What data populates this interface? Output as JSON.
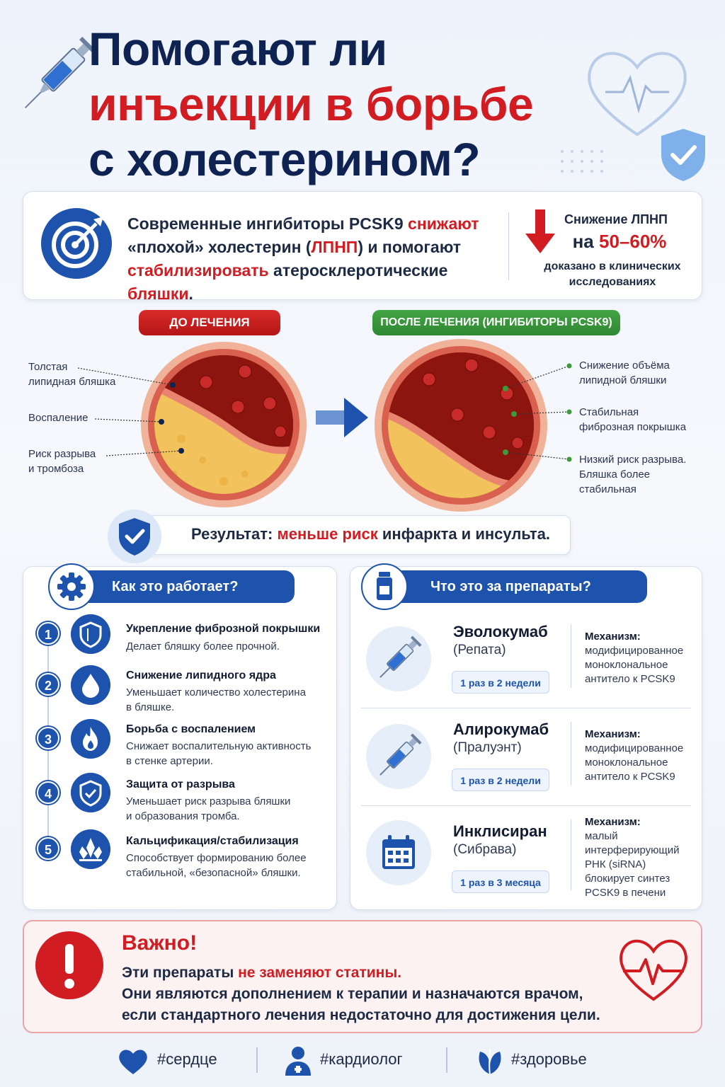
{
  "title": {
    "line1": "Помогают ли",
    "line2": "инъекции в борьбе",
    "line3": "с холестерином?"
  },
  "intro": {
    "t1": "Современные ингибиторы PCSK9 ",
    "t2": "снижают",
    "t3": "«плохой» холестерин (",
    "t4": "ЛПНП",
    "t5": ") и помогают",
    "t6": "стабилизировать",
    "t7": " атеросклеротические ",
    "t8": "бляшки",
    "t9": "."
  },
  "stat": {
    "label": "Снижение ЛПНП",
    "prefix": "на ",
    "value": "50–60%",
    "note1": "доказано в клинических",
    "note2": "исследованиях"
  },
  "before": {
    "label": "ДО ЛЕЧЕНИЯ",
    "a1": "Толстая\nлипидная бляшка",
    "a2": "Воспаление",
    "a3": "Риск разрыва\nи тромбоза"
  },
  "after": {
    "label": "ПОСЛЕ ЛЕЧЕНИЯ (ИНГИБИТОРЫ PCSK9)",
    "a1": "Снижение объёма\nлипидной бляшки",
    "a2": "Стабильная\nфиброзная покрышка",
    "a3": "Низкий риск разрыва.\nБляшка более\nстабильная"
  },
  "result": {
    "t1": "Результат: ",
    "t2": "меньше риск",
    "t3": " инфаркта и инсульта."
  },
  "how": {
    "title": "Как это работает?",
    "steps": [
      {
        "num": "1",
        "title": "Укрепление фиброзной покрышки",
        "desc": "Делает бляшку более прочной.",
        "icon": "shield-icon"
      },
      {
        "num": "2",
        "title": "Снижение липидного ядра",
        "desc": "Уменьшает количество холестерина\nв бляшке.",
        "icon": "drop-icon"
      },
      {
        "num": "3",
        "title": "Борьба с воспалением",
        "desc": "Снижает воспалительную активность\nв стенке артерии.",
        "icon": "flame-icon"
      },
      {
        "num": "4",
        "title": "Защита от разрыва",
        "desc": "Уменьшает риск разрыва бляшки\nи образования тромба.",
        "icon": "shield-check-icon"
      },
      {
        "num": "5",
        "title": "Кальцификация/стабилизация",
        "desc": "Способствует формированию более\nстабильной, «безопасной» бляшки.",
        "icon": "crystal-icon"
      }
    ]
  },
  "drugs": {
    "title": "Что это за препараты?",
    "items": [
      {
        "name": "Эволокумаб",
        "brand": "(Репата)",
        "freq": "1 раз в 2 недели",
        "mech_label": "Механизм:",
        "mech": "модифицированное\nмоноклональное\nантитело к PCSK9"
      },
      {
        "name": "Алирокумаб",
        "brand": "(Пралуэнт)",
        "freq": "1 раз в 2 недели",
        "mech_label": "Механизм:",
        "mech": "модифицированное\nмоноклональное\nантитело к PCSK9"
      },
      {
        "name": "Инклисиран",
        "brand": "(Сибрава)",
        "freq": "1 раз в 3 месяца",
        "mech_label": "Механизм:",
        "mech": "малый\nинтерферирующий\nРНК (siRNA)\nблокирует синтез\nPCSK9 в печени"
      }
    ]
  },
  "important": {
    "title": "Важно!",
    "l1a": "Эти препараты ",
    "l1b": "не заменяют статины.",
    "l2": "Они являются дополнением к терапии и назначаются врачом,",
    "l3": "если стандартного лечения недостаточно для достижения цели."
  },
  "hashtags": [
    "#сердце",
    "#кардиолог",
    "#здоровье"
  ],
  "colors": {
    "navy": "#0f2352",
    "red": "#d11c22",
    "blue": "#1d52ad",
    "green": "#3c9a3c"
  }
}
